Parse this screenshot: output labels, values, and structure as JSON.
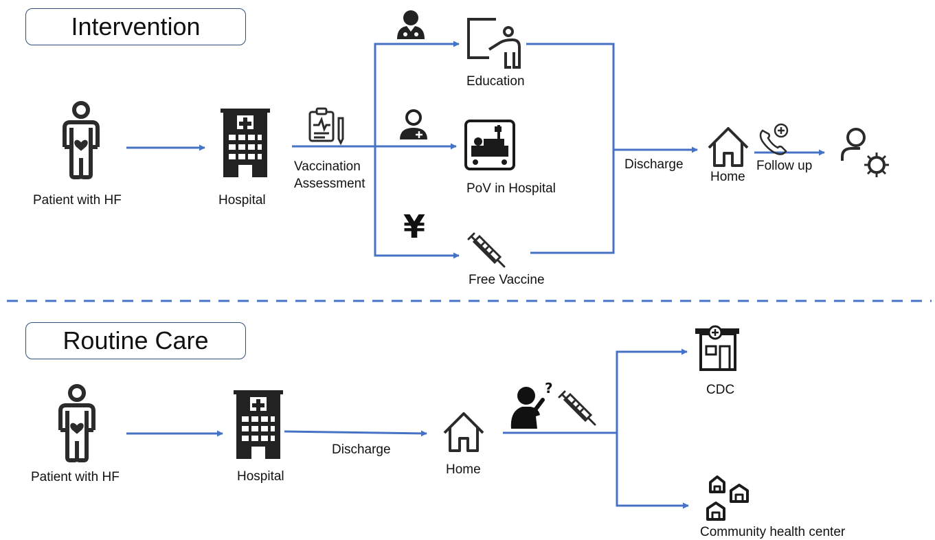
{
  "sections": {
    "intervention": {
      "title": "Intervention",
      "nodes": {
        "patient": "Patient with HF",
        "hospital": "Hospital",
        "assessment_line1": "Vaccination",
        "assessment_line2": "Assessment",
        "education": "Education",
        "pov": "PoV in Hospital",
        "free_vaccine": "Free Vaccine",
        "discharge": "Discharge",
        "home": "Home",
        "follow_up": "Follow up"
      }
    },
    "routine": {
      "title": "Routine Care",
      "nodes": {
        "patient": "Patient with HF",
        "hospital": "Hospital",
        "discharge": "Discharge",
        "home": "Home",
        "cdc": "CDC",
        "community": "Community health center"
      }
    }
  },
  "icons": {
    "patient": "patient-with-heart-icon",
    "hospital": "hospital-building-icon",
    "clipboard": "clipboard-assessment-icon",
    "doctor": "doctor-icon",
    "nurse": "nurse-icon",
    "education": "teacher-whiteboard-icon",
    "hospital_bed": "hospital-bed-icon",
    "yen": "yen-icon",
    "syringe": "syringe-icon",
    "home": "home-icon",
    "phone": "phone-plus-icon",
    "user_virus": "user-virus-icon",
    "confused_person": "confused-person-icon",
    "cdc": "cdc-building-icon",
    "community": "community-houses-icon"
  },
  "colors": {
    "flow_line": "#4472c4",
    "divider": "#4472c4",
    "box_border": "#2f4f7a",
    "icon": "#1a1a1a"
  }
}
